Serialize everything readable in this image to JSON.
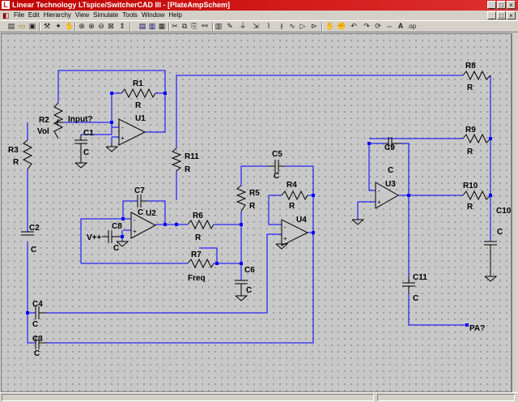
{
  "window": {
    "title": "Linear Technology LTspice/SwitcherCAD III - [PlateAmpSchem]",
    "app_icon": "ltspice-app-icon",
    "controls": [
      "_",
      "□",
      "×"
    ]
  },
  "menubar": {
    "items": [
      "File",
      "Edit",
      "Hierarchy",
      "View",
      "Simulate",
      "Tools",
      "Window",
      "Help"
    ],
    "child_controls": [
      "_",
      "□",
      "×"
    ]
  },
  "toolbar": {
    "icons": [
      "new-schematic-icon",
      "open-icon",
      "save-icon",
      "control-panel-icon",
      "run-icon",
      "halt-icon",
      "zoom-area-icon",
      "zoom-in-icon",
      "zoom-out-icon",
      "zoom-fit-icon",
      "autorange-icon",
      "tile-horizontal-icon",
      "tile-vertical-icon",
      "close-window-icon",
      "print-icon",
      "cut-icon",
      "copy-icon",
      "paste-icon",
      "find-icon",
      "wire-icon",
      "ground-icon",
      "label-net-icon",
      "resistor-icon",
      "capacitor-icon",
      "inductor-icon",
      "diode-icon",
      "component-icon",
      "move-icon",
      "drag-icon",
      "undo-icon",
      "redo-icon",
      "rotate-icon",
      "mirror-icon",
      "text-icon",
      "spice-directive-icon"
    ]
  },
  "schematic": {
    "name": "PlateAmpSchem",
    "component_labels": {
      "R1": "R1",
      "R1v": "R",
      "R2": "R2",
      "R2v": "Vol",
      "R3": "R3",
      "R3v": "R",
      "R4": "R4",
      "R4v": "R",
      "R5": "R5",
      "R5v": "R",
      "R6": "R6",
      "R6v": "R",
      "R7": "R7",
      "R7v": "Freq",
      "R8": "R8",
      "R8v": "R",
      "R9": "R9",
      "R9v": "R",
      "R10": "R10",
      "R10v": "R",
      "R11": "R11",
      "R11v": "R",
      "C1": "C1",
      "C1v": "C",
      "C2": "C2",
      "C2v": "C",
      "C3": "C3",
      "C3v": "C",
      "C4": "C4",
      "C4v": "C",
      "C5": "C5",
      "C5v": "C",
      "C6": "C6",
      "C6v": "C",
      "C7": "C7",
      "C7v": "C",
      "C8": "C8",
      "C8v": "C",
      "C9": "C9",
      "C9v": "C",
      "C10": "C10",
      "C10v": "C",
      "C11": "C11",
      "C11v": "C",
      "U1": "U1",
      "U2": "U2",
      "U3": "U3",
      "U4": "U4"
    },
    "net_labels": {
      "input": "Input?",
      "vpp": "V++",
      "pa": "PA?"
    },
    "colors": {
      "wire": "#0000ff",
      "component": "#000000",
      "junction": "#0000ff",
      "canvas": "#c8c8c8"
    }
  }
}
